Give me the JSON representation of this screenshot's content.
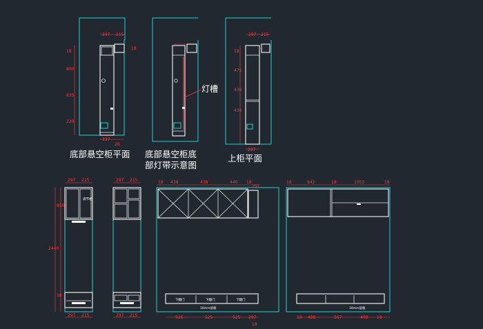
{
  "captions": {
    "plan_bottom": "底部悬空柜平面",
    "plan_light_line1": "底部悬空柜底",
    "plan_light_line2": "部灯带示意图",
    "plan_upper": "上柜平面",
    "light_slot": "灯槽"
  },
  "dims": {
    "p1_top_a": "297",
    "p1_top_b": "215",
    "p1_side_a": "18",
    "p1_side_b": "800",
    "p1_side_c": "835",
    "p1_side_d": "220",
    "p1_bottom": "337",
    "p1_right": "18",
    "p1_bot_small": "28",
    "p3_top_a": "297",
    "p3_top_b": "215",
    "p3_side_a": "18",
    "p3_side_b": "475",
    "p3_side_c": "430",
    "p3_side_d": "430",
    "p3_bottom": "297",
    "e1_top_a": "297",
    "e1_top_b": "215",
    "e1_side_a": "850",
    "e1_side_total": "2440",
    "e1_side_b": "18",
    "e1_bottom_a": "297",
    "e1_bottom_b": "215",
    "e2_top_a": "297",
    "e2_top_b": "215",
    "e2_bottom_a": "297",
    "e2_bottom_b": "215",
    "e3_top_a": "18",
    "e3_top_b": "438",
    "e3_top_c": "438",
    "e3_top_d": "440",
    "e3_top_e": "18",
    "e3_top_f": "297",
    "e3_bot_a": "525",
    "e3_bot_b": "525",
    "e3_bot_c": "525",
    "e3_bot_d": "297",
    "e3_bot_e": "18",
    "e4_top_a": "18",
    "e4_top_b": "842",
    "e4_top_c": "18",
    "e4_top_d": "1053",
    "e4_top_e": "18",
    "e4_bot_a": "18",
    "e4_bot_b": "498",
    "e4_bot_c": "567",
    "e4_bot_d": "498",
    "e4_bot_e": "18"
  },
  "labels": {
    "door_a": "下翻门",
    "door_b": "下翻门",
    "door_c": "下翻门",
    "note_e3": "18mm层板",
    "note_e4": "18mm层板",
    "side_label": "调节柜"
  },
  "colors": {
    "background": "#212830",
    "outline": "#1fd3d3",
    "cabinet": "#e8e8e8",
    "dimension": "#ff3b3b",
    "text": "#ffffff"
  }
}
